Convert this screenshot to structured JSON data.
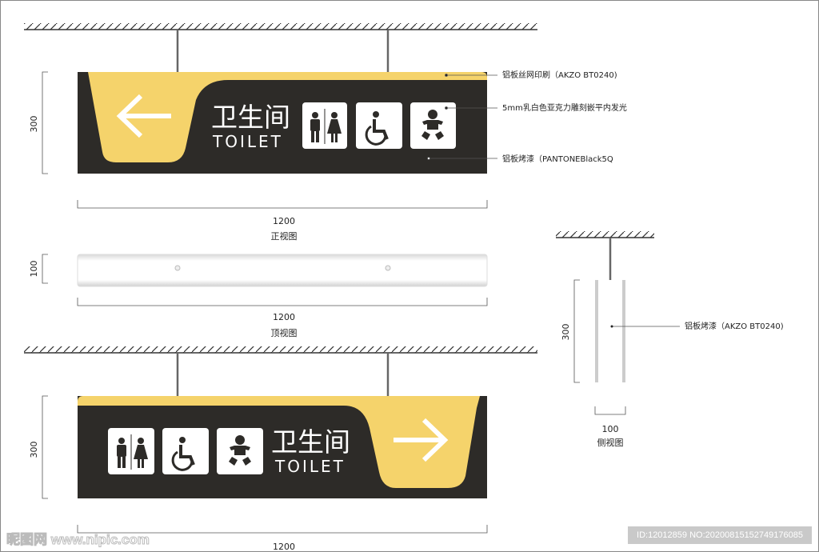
{
  "front_view": {
    "height_dim": "300",
    "width_dim": "1200",
    "caption": "正视图",
    "title_cn": "卫生间",
    "title_en": "TOILET",
    "callouts": [
      "铝板丝网印刷（AKZO BT0240)",
      "5mm乳白色亚克力雕刻嵌平内发光",
      "铝板烤漆（PANTONEBlack5Q"
    ]
  },
  "top_view": {
    "height_dim": "100",
    "width_dim": "1200",
    "caption": "顶视图"
  },
  "back_view": {
    "height_dim": "300",
    "width_dim": "1200",
    "title_cn": "卫生间",
    "title_en": "TOILET"
  },
  "side_view": {
    "height_dim": "300",
    "width_dim": "100",
    "caption": "侧视图",
    "callout": "铝板烤漆（AKZO BT0240)"
  },
  "watermark": {
    "site": "昵图网 www.nipic.com",
    "id": "ID:12012859 NO:20200815152749176085"
  },
  "colors": {
    "panel": "#2d2b28",
    "accent": "#f5d36b"
  }
}
